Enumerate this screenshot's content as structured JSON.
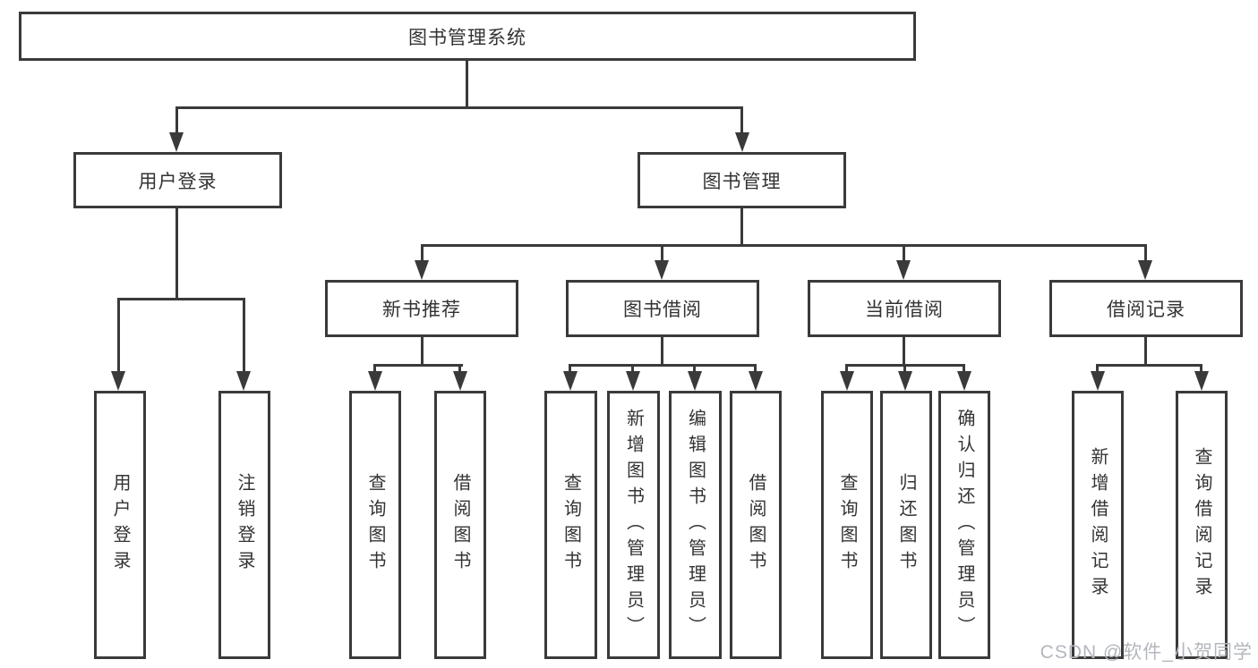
{
  "colors": {
    "line": "#3a3a3a",
    "text": "#333333",
    "watermark": "#b3b7bd",
    "background": "#ffffff"
  },
  "diagram": {
    "root": {
      "label": "图书管理系统"
    },
    "level2": [
      {
        "label": "用户登录",
        "leaves": [
          {
            "label": "用户登录"
          },
          {
            "label": "注销登录"
          }
        ]
      },
      {
        "label": "图书管理",
        "sections": [
          {
            "label": "新书推荐",
            "leaves": [
              {
                "label": "查询图书"
              },
              {
                "label": "借阅图书"
              }
            ]
          },
          {
            "label": "图书借阅",
            "leaves": [
              {
                "label": "查询图书"
              },
              {
                "label": "新增图书（管理员）"
              },
              {
                "label": "编辑图书（管理员）"
              },
              {
                "label": "借阅图书"
              }
            ]
          },
          {
            "label": "当前借阅",
            "leaves": [
              {
                "label": "查询图书"
              },
              {
                "label": "归还图书"
              },
              {
                "label": "确认归还（管理员）"
              }
            ]
          },
          {
            "label": "借阅记录",
            "leaves": [
              {
                "label": "新增借阅记录"
              },
              {
                "label": "查询借阅记录"
              }
            ]
          }
        ]
      }
    ]
  },
  "watermark": {
    "text": "CSDN @软件_小贺同学"
  }
}
